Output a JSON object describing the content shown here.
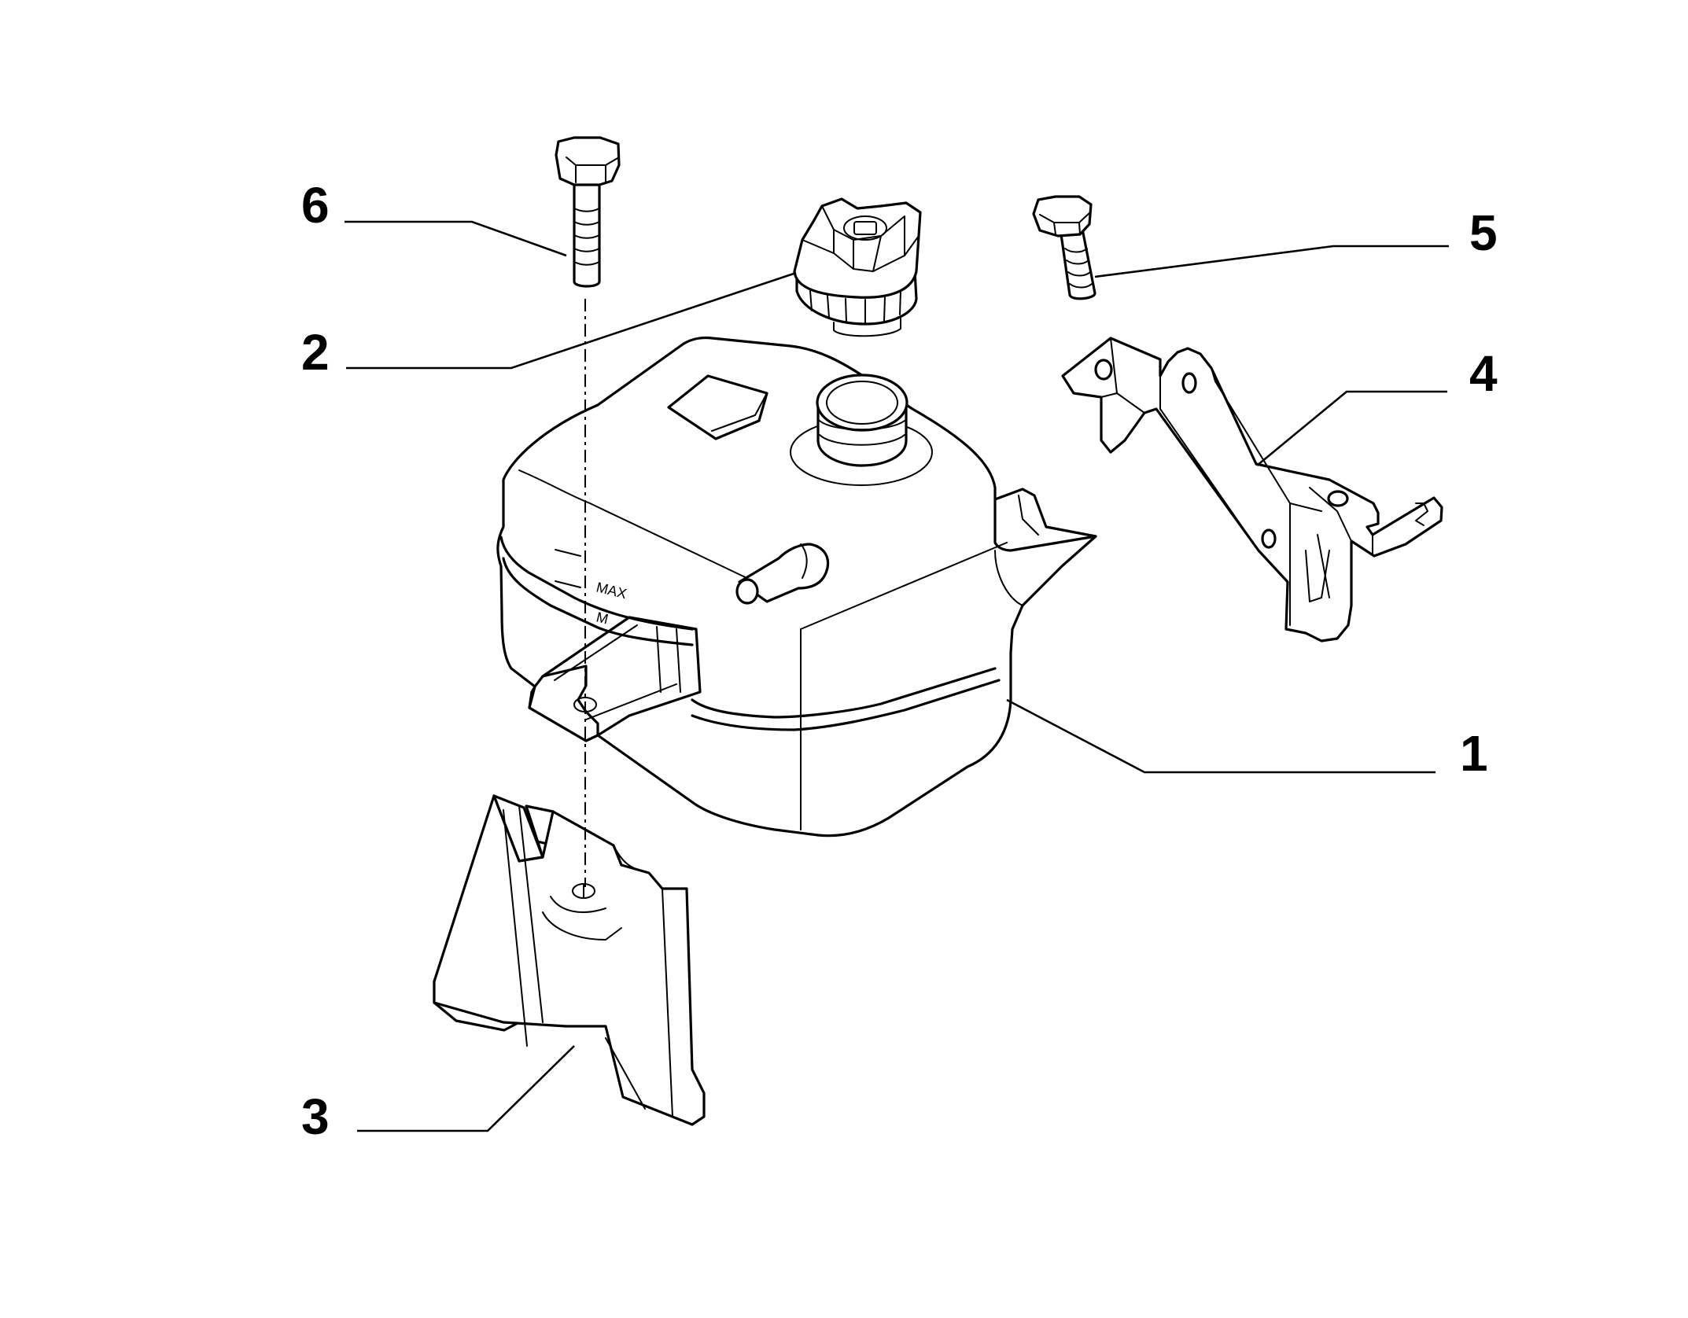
{
  "callouts": {
    "c1": "1",
    "c2": "2",
    "c3": "3",
    "c4": "4",
    "c5": "5",
    "c6": "6"
  },
  "tank_marks": {
    "max": "MAX",
    "min": "M"
  }
}
